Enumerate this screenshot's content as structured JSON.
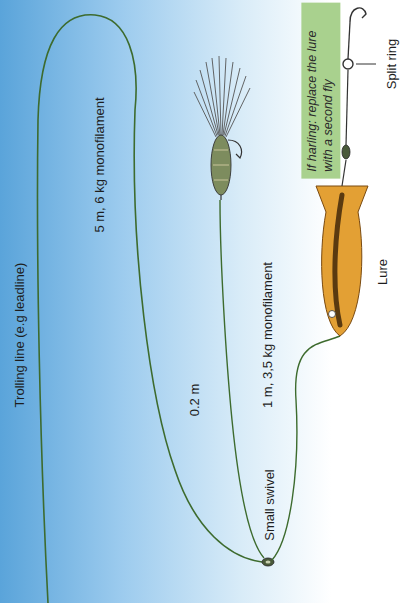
{
  "diagram": {
    "nodes": [
      {
        "text": [
          "If harling: replace the lure with a second fly"
        ]
      }
    ],
    "labels": [
      "Trolling line (e.g leadline)",
      "5 m, 6 kg monofilament",
      "0.2 m",
      "Small swivel",
      "1 m, 3,5 kg monofilament",
      "Lure",
      "Split ring"
    ]
  }
}
